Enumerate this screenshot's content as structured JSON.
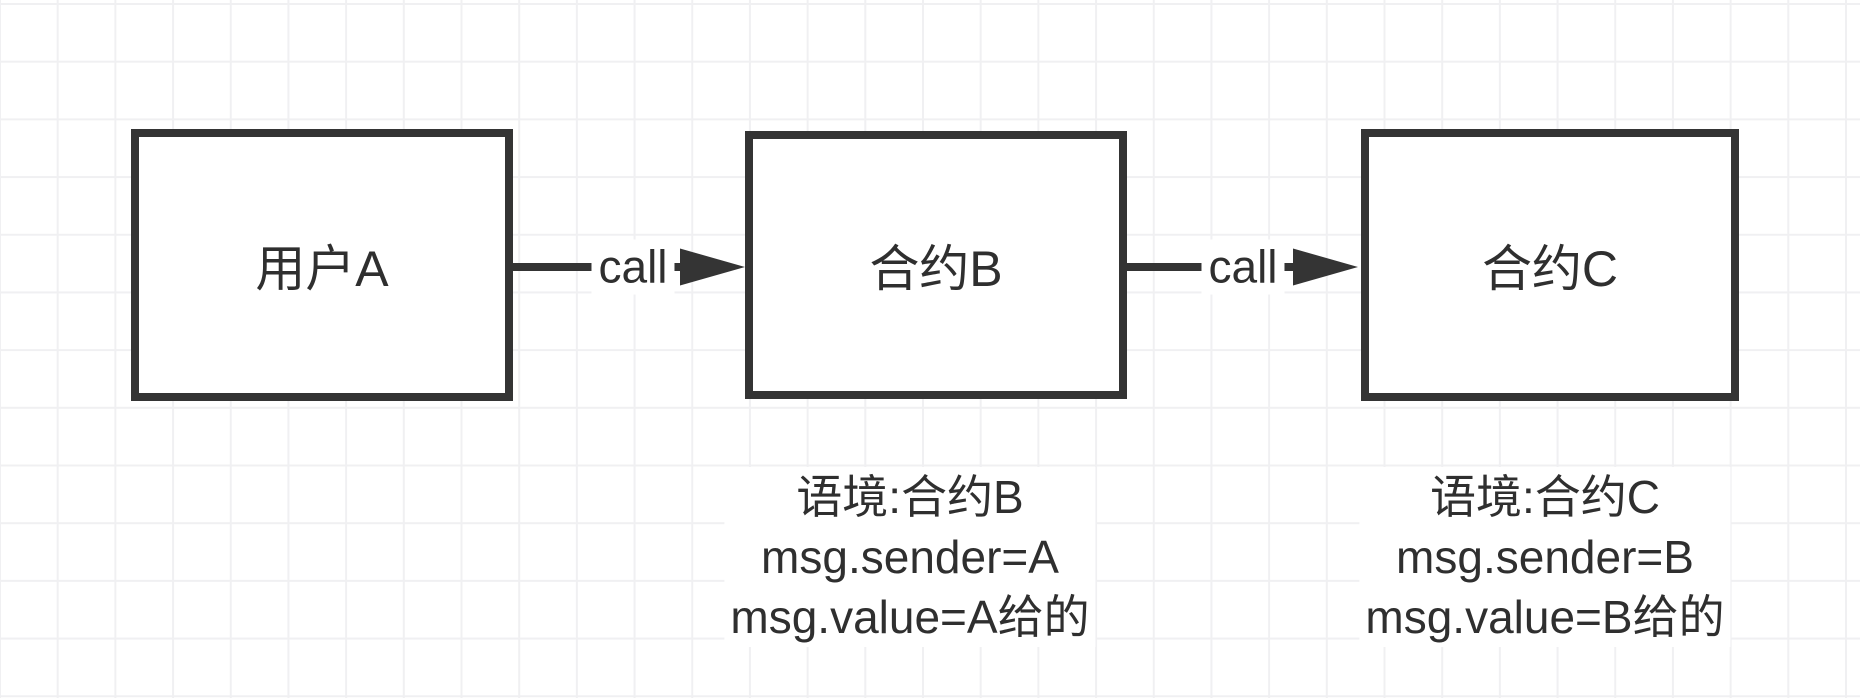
{
  "canvas": {
    "background_color": "#ffffff",
    "grid_color": "#f0f0f2",
    "stroke_color": "#343434",
    "text_color": "#2f2f2f"
  },
  "nodes": [
    {
      "id": "user-a",
      "label": "用户A"
    },
    {
      "id": "contract-b",
      "label": "合约B"
    },
    {
      "id": "contract-c",
      "label": "合约C"
    }
  ],
  "edges": [
    {
      "from": "用户A",
      "to": "合约B",
      "label": "call"
    },
    {
      "from": "合约B",
      "to": "合约C",
      "label": "call"
    }
  ],
  "annotations": [
    {
      "target": "合约B",
      "lines": [
        "语境:合约B",
        "msg.sender=A",
        "msg.value=A给的"
      ]
    },
    {
      "target": "合约C",
      "lines": [
        "语境:合约C",
        "msg.sender=B",
        "msg.value=B给的"
      ]
    }
  ]
}
